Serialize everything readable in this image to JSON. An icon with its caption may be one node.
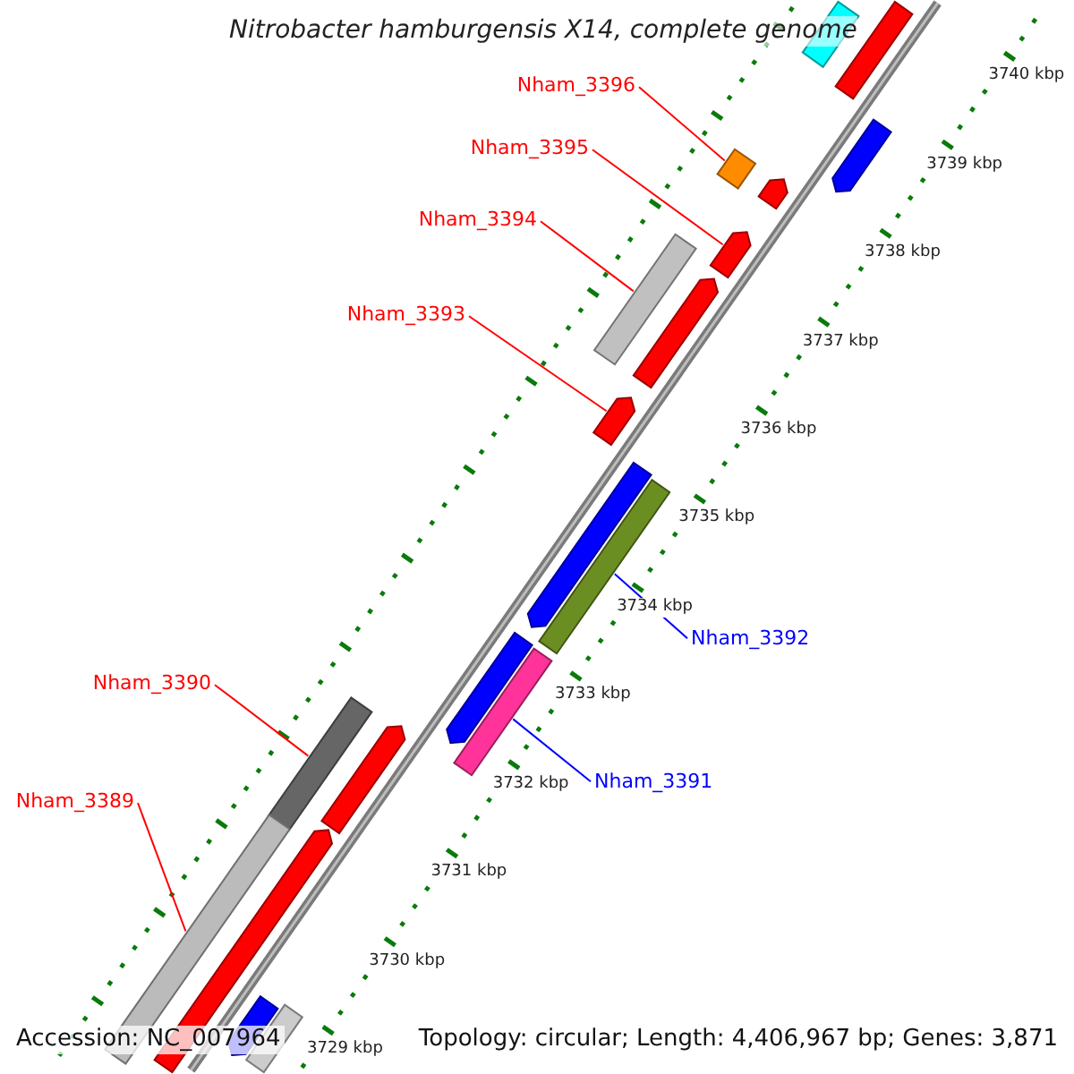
{
  "diagram": {
    "title": "Nitrobacter hamburgensis X14, complete genome",
    "nodes": [
      {
        "text": [
          "Nham_3396"
        ]
      },
      {
        "text": [],
        "shape": "bar"
      },
      {
        "text": [
          "Nham_3395"
        ]
      },
      {
        "text": [],
        "shape": "bar"
      },
      {
        "text": [
          "Nham_3394"
        ]
      },
      {
        "text": [],
        "shape": "bar"
      },
      {
        "text": [
          "Nham_3393"
        ]
      },
      {
        "text": [],
        "shape": "bar"
      },
      {
        "text": [
          "Nham_3392"
        ]
      },
      {
        "text": [],
        "shape": "bar"
      },
      {
        "text": [
          "Nham_3391"
        ]
      },
      {
        "text": [],
        "shape": "bar"
      },
      {
        "text": [
          "Nham_3390"
        ]
      },
      {
        "text": [],
        "shape": "bar"
      },
      {
        "text": [
          "Nham_3389"
        ]
      },
      {
        "text": [],
        "shape": "bar"
      },
      {
        "text": [],
        "shape": "bar"
      },
      {
        "text": [],
        "shape": "bar"
      },
      {
        "text": [],
        "shape": "bar"
      },
      {
        "text": [],
        "shape": "bar"
      },
      {
        "text": [],
        "shape": "bar"
      },
      {
        "text": [],
        "shape": "bar"
      },
      {
        "text": [],
        "shape": "bar"
      },
      {
        "text": [],
        "shape": "bar"
      },
      {
        "text": [],
        "shape": "bar"
      },
      {
        "text": [],
        "shape": "bar"
      },
      {
        "text": [],
        "shape": "bar"
      }
    ],
    "edges": [
      {
        "from": 0,
        "to": 1,
        "arrow": "none"
      },
      {
        "from": 2,
        "to": 3,
        "arrow": "none"
      },
      {
        "from": 4,
        "to": 5,
        "arrow": "none"
      },
      {
        "from": 6,
        "to": 7,
        "arrow": "none"
      },
      {
        "from": 8,
        "to": 9,
        "arrow": "none",
        "color": "#0000ff"
      },
      {
        "from": 10,
        "to": 11,
        "arrow": "none",
        "color": "#0000ff"
      },
      {
        "from": 12,
        "to": 13,
        "arrow": "none"
      },
      {
        "from": 14,
        "to": 15,
        "arrow": "none"
      }
    ],
    "labels": [
      "3740 kbp",
      "3739 kbp",
      "3738 kbp",
      "3737 kbp",
      "3736 kbp",
      "3735 kbp",
      "3734 kbp",
      "3733 kbp",
      "3732 kbp",
      "3731 kbp",
      "3730 kbp",
      "3729 kbp",
      "Accession: NC_007964",
      "Topology: circular; Length: 4,406,967 bp; Genes: 3,871"
    ]
  }
}
